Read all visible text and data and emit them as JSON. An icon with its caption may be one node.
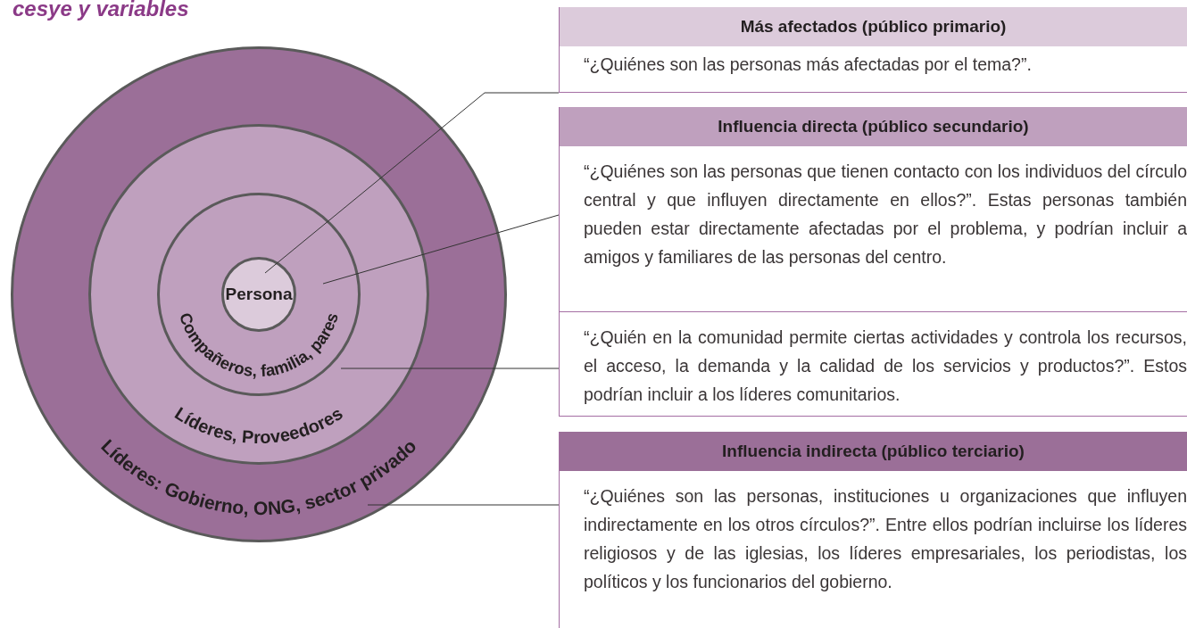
{
  "diagram": {
    "title": "cesye y variables",
    "nodes": [
      {
        "text": [
          "Líderes: Gobierno, ONG, sector privado"
        ]
      },
      {
        "text": [
          "Líderes, Proveedores"
        ],
        "in": 0
      },
      {
        "text": [
          "Compañeros, familia, pares"
        ],
        "in": 1
      },
      {
        "text": [
          "Persona"
        ],
        "in": 2
      },
      {
        "text": [
          "Más afectados (público primario)",
          "“¿Quiénes son las personas más afectadas por el tema?”."
        ]
      },
      {
        "text": [
          "Influencia directa (público secundario)",
          "“¿Quiénes son las personas que tienen contacto con los individuos del círculo central y que influyen directamente en ellos?”. Estas personas también pueden estar directamente afectadas por el problema, y podrían incluir a amigos y familiares de las personas del centro."
        ]
      },
      {
        "text": [
          "“¿Quién en la comunidad permite ciertas actividades y controla los recursos, el acceso, la demanda y la calidad de los servicios y productos?”. Estos podrían incluir a los líderes comunitarios."
        ]
      },
      {
        "text": [
          "Influencia indirecta (público terciario)",
          "“¿Quiénes son las personas, instituciones u organizaciones que influyen indirectamente en los otros círculos?”. Entre ellos podrían incluirse los líderes religiosos y de las iglesias, los líderes empresariales, los periodistas, los políticos y los funcionarios del gobierno."
        ]
      }
    ],
    "edges": [
      {
        "from": 4,
        "to": 3,
        "arrow": "none"
      },
      {
        "from": 5,
        "to": 2,
        "arrow": "none"
      },
      {
        "from": 6,
        "to": 1,
        "arrow": "none"
      },
      {
        "from": 7,
        "to": 0,
        "arrow": "none"
      }
    ]
  }
}
